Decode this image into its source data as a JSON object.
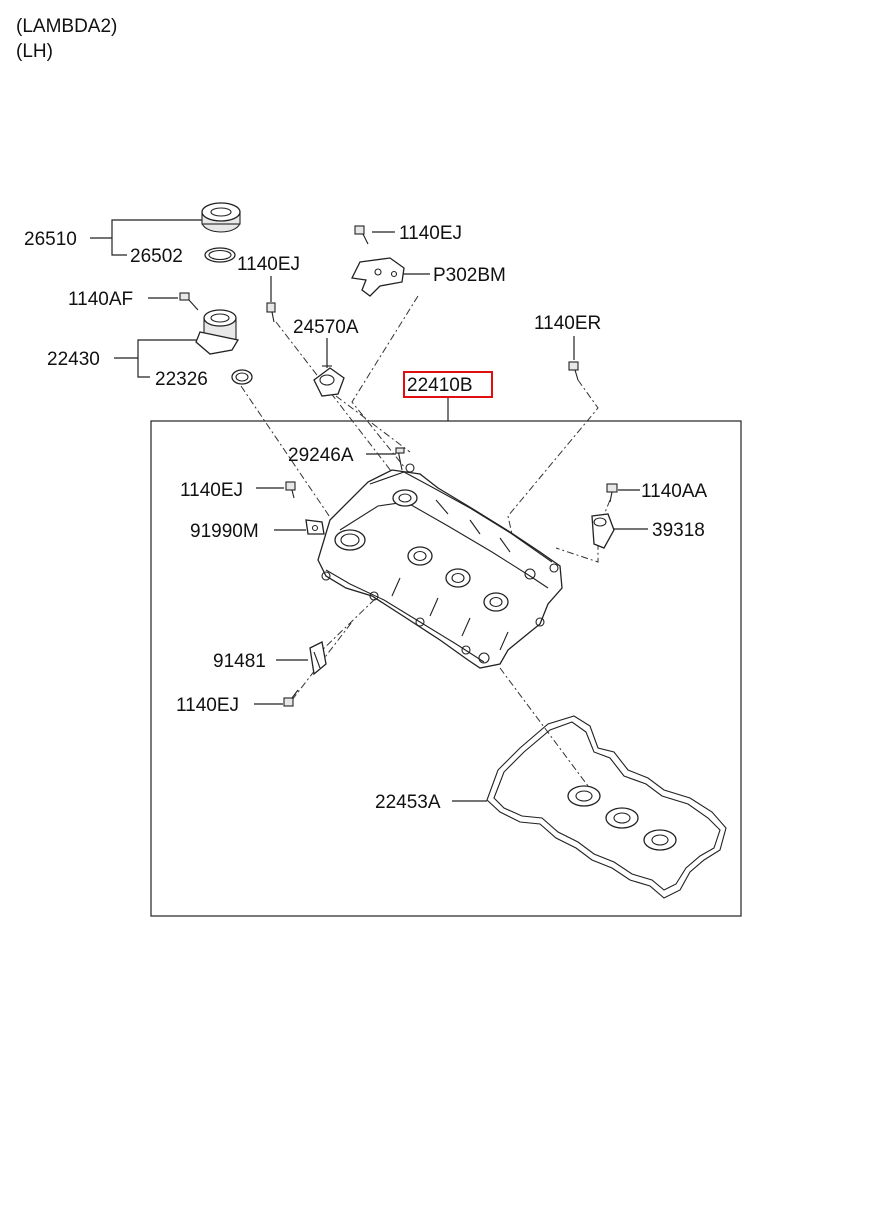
{
  "header": {
    "engine_variant": "(LAMBDA2)",
    "side_variant": "(LH)"
  },
  "parts": {
    "cap_assy": "26510",
    "cap_gasket": "26502",
    "bolt_1140AF": "1140AF",
    "filler_neck": "22430",
    "neck_oring": "22326",
    "bolt_1140EJ_top": "1140EJ",
    "bracket": "P302BM",
    "bolt_1140EJ_mid": "1140EJ",
    "pcv_valve": "24570A",
    "bolt_1140ER": "1140ER",
    "cover_assy": "22410B",
    "stud": "29246A",
    "bolt_1140EJ_left": "1140EJ",
    "clip_91990M": "91990M",
    "bolt_1140AA": "1140AA",
    "cam_sensor": "39318",
    "clip_91481": "91481",
    "bolt_1140EJ_bottom": "1140EJ",
    "cover_gasket": "22453A"
  },
  "highlight": {
    "part": "22410B",
    "color": "#e01010"
  }
}
